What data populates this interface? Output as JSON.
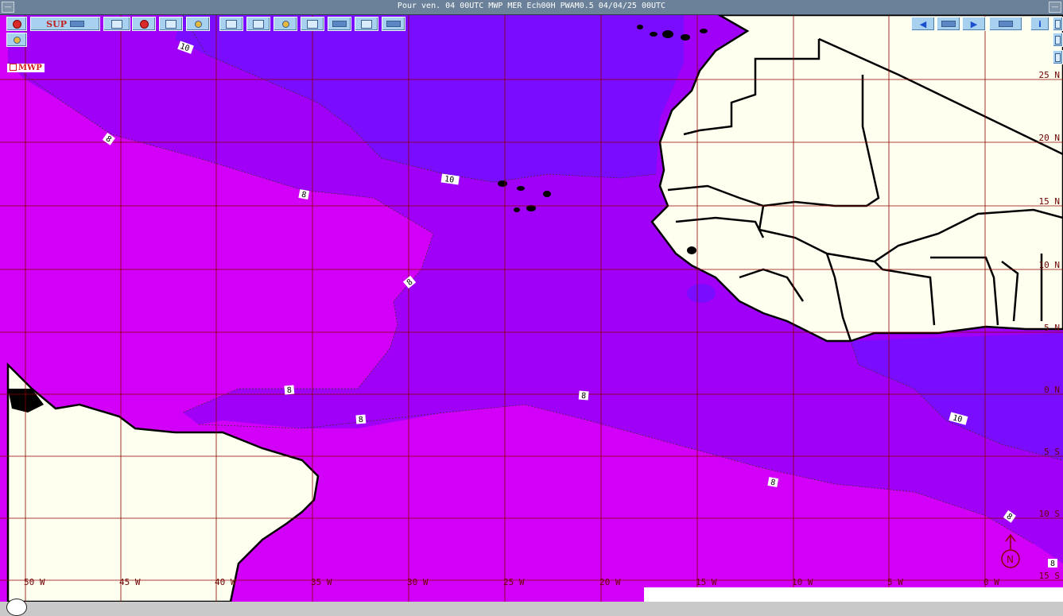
{
  "window": {
    "title": "Pour ven. 04 00UTC MWP MER Ech00H PWAM0.5 04/04/25 00UTC",
    "left_button": "—",
    "right_button": "—"
  },
  "toolbar": {
    "sup_label": "SUP",
    "left_tools": [
      "undo-icon",
      "sup-button",
      "layer-icon",
      "record-icon",
      "print-icon",
      "gear-icon",
      "window-icon",
      "window-2-icon",
      "zoom-icon",
      "pencil-icon",
      "wave-icon",
      "grid-icon",
      "wind-icon"
    ],
    "right_tools": [
      "back-icon",
      "flag-icon",
      "play-icon",
      "panel-icon",
      "info-icon",
      "menu-icon"
    ]
  },
  "layer_label": "MWP",
  "map": {
    "parameter": "MWP",
    "colors": {
      "land": "#fffff0",
      "sea_high": "#7a0cff",
      "sea_mid": "#a000f8",
      "sea_low": "#d200f8",
      "grid": "#8b0000",
      "coast": "#000000"
    },
    "longitude_labels": [
      "50 W",
      "45 W",
      "40 W",
      "35 W",
      "30 W",
      "25 W",
      "20 W",
      "15 W",
      "10 W",
      "5 W",
      "0 W"
    ],
    "latitude_labels": [
      "25 N",
      "20 N",
      "15 N",
      "10 N",
      "5 N",
      "0 N",
      "5 S",
      "10 S",
      "15 S"
    ],
    "contour_labels": [
      "10",
      "8",
      "8",
      "10",
      "8",
      "8",
      "8",
      "8",
      "8",
      "10",
      "8",
      "8"
    ],
    "compass_label": "N"
  }
}
